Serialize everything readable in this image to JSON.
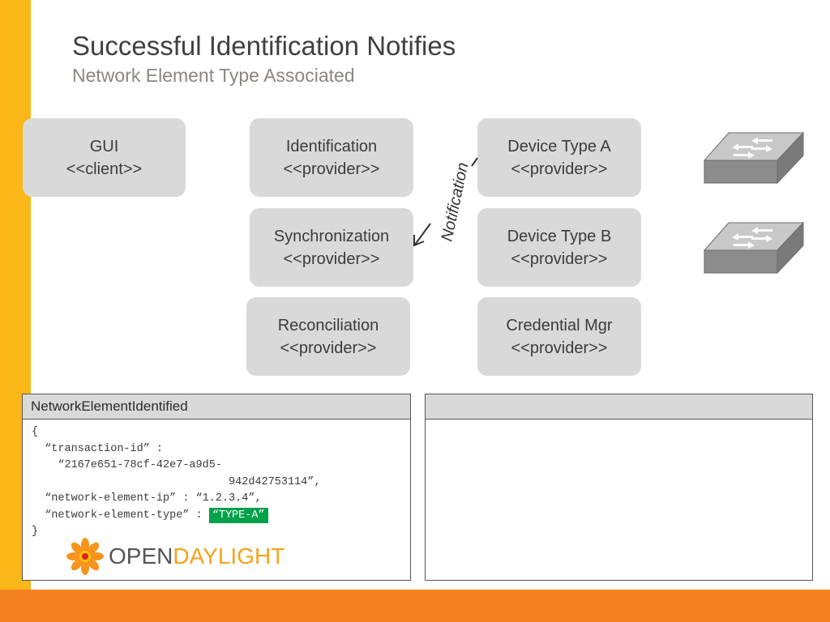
{
  "slide": {
    "title": "Successful Identification Notifies",
    "subtitle": "Network Element Type Associated"
  },
  "components": {
    "gui": {
      "name": "GUI",
      "role": "<<client>>"
    },
    "identification": {
      "name": "Identification",
      "role": "<<provider>>"
    },
    "synchronization": {
      "name": "Synchronization",
      "role": "<<provider>>"
    },
    "reconciliation": {
      "name": "Reconciliation",
      "role": "<<provider>>"
    },
    "device_type_a": {
      "name": "Device Type A",
      "role": "<<provider>>"
    },
    "device_type_b": {
      "name": "Device Type B",
      "role": "<<provider>>"
    },
    "credential_mgr": {
      "name": "Credential Mgr",
      "role": "<<provider>>"
    }
  },
  "notification_label": "Notification",
  "left_panel": {
    "header": "NetworkElementIdentified",
    "lines": {
      "open": "{",
      "l1": "  “transaction-id” :",
      "l2": "    “2167e651-78cf-42e7-a9d5-",
      "l3": "                              942d42753114”,",
      "l4": "  “network-element-ip” : “1.2.3.4”,",
      "l5_prefix": "  “network-element-type” : ",
      "l5_value": "“TYPE-A”",
      "close": "}"
    }
  },
  "right_panel": {
    "header": ""
  },
  "logo": {
    "part1": "OPEN",
    "part2": "DAYLIGHT"
  },
  "colors": {
    "left_bar": "#fbb718",
    "bottom_bar": "#f58220",
    "box_fill": "#d9d9d9",
    "highlight": "#00a14b",
    "switch_top": "#c8c8c8",
    "switch_side": "#8c8c8c"
  },
  "icons": [
    "network-switch-icon",
    "network-switch-icon",
    "notification-arrow-icon",
    "opendaylight-flower-icon"
  ]
}
